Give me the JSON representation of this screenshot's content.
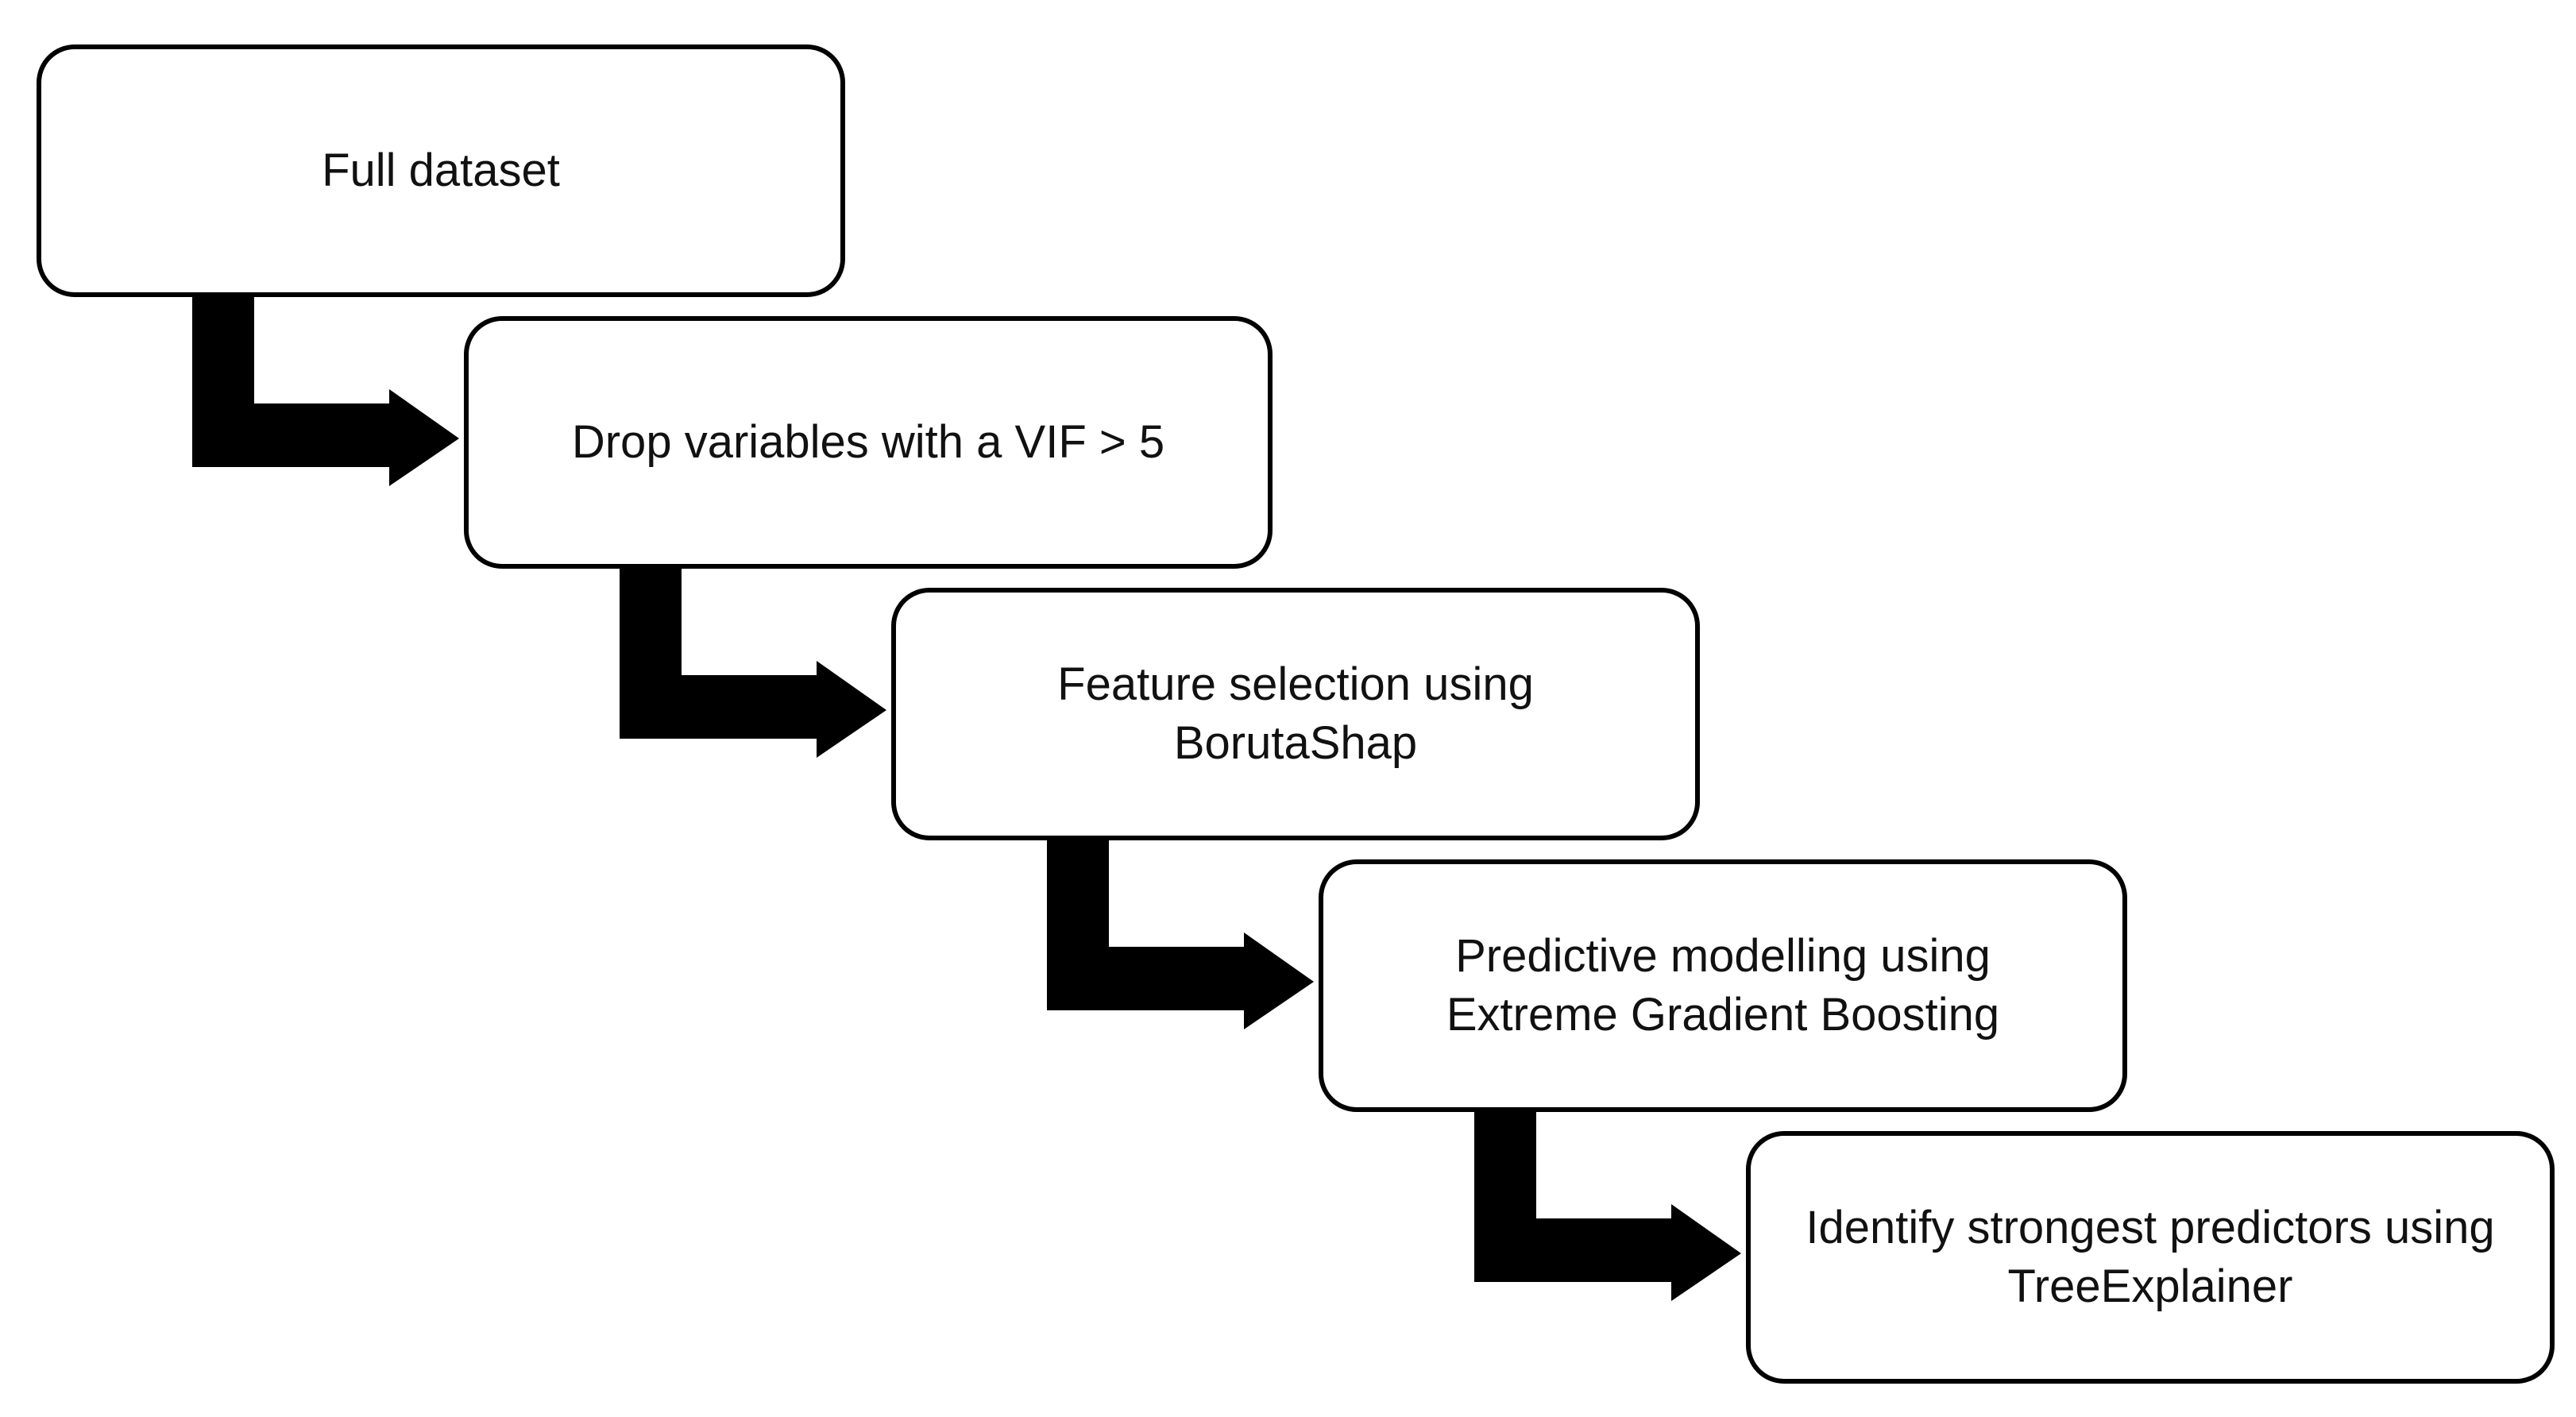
{
  "diagram": {
    "steps": [
      {
        "line1": "Full dataset",
        "line2": ""
      },
      {
        "line1": "Drop variables with a VIF > 5",
        "line2": ""
      },
      {
        "line1": "Feature selection using",
        "line2": "BorutaShap"
      },
      {
        "line1": "Predictive modelling using",
        "line2": "Extreme Gradient Boosting"
      },
      {
        "line1": "Identify strongest predictors using",
        "line2": "TreeExplainer"
      }
    ],
    "colors": {
      "arrow": "#000000",
      "box_border": "#000000",
      "box_fill": "#ffffff",
      "text": "#111111"
    }
  }
}
